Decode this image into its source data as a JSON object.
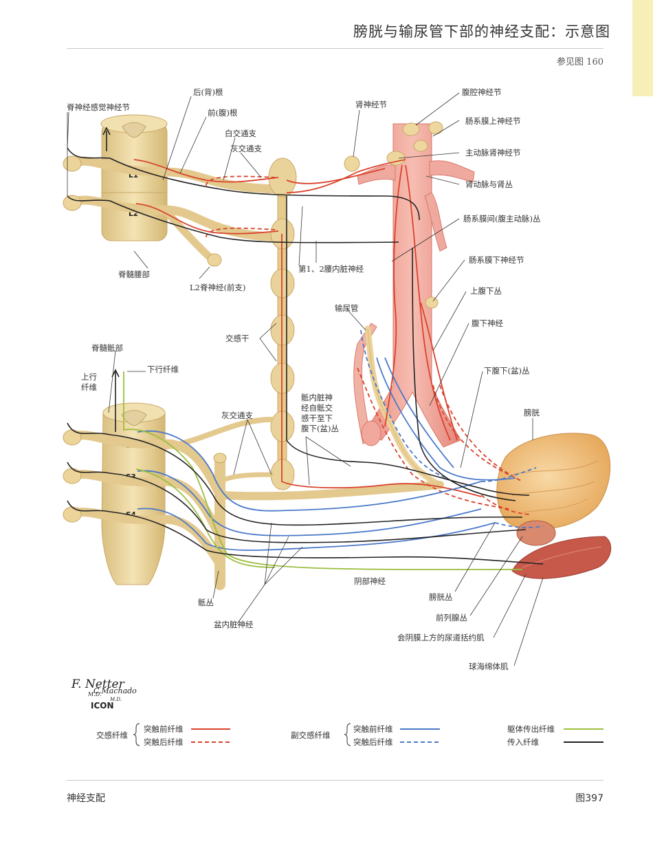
{
  "page": {
    "title": "膀胱与输尿管下部的神经支配：示意图",
    "reference": "参见图 160",
    "footer_left": "神经支配",
    "footer_right": "图397"
  },
  "segments": {
    "l1": "L1",
    "l2": "L2",
    "s2": "S2",
    "s3": "S3",
    "s4": "S4"
  },
  "labels": {
    "spinal_ganglion": "脊神经感觉神经节",
    "dorsal_root": "后(背)根",
    "ventral_root": "前(腹)根",
    "white_ramus": "白交通支",
    "gray_ramus_upper": "灰交通支",
    "renal_ganglion": "肾神经节",
    "celiac_ganglion": "腹腔神经节",
    "sup_mesenteric_ganglion": "肠系膜上神经节",
    "aorticorenal_ganglion": "主动脉肾神经节",
    "renal_artery_plexus": "肾动脉与肾丛",
    "intermesenteric_plexus": "肠系膜间(腹主动脉)丛",
    "inf_mesenteric_ganglion": "肠系膜下神经节",
    "sup_hypogastric_plexus": "上腹下丛",
    "hypogastric_nerve": "腹下神经",
    "inf_hypogastric_plexus": "下腹下(盆)丛",
    "bladder": "膀胱",
    "lumbar_cord": "脊髓腰部",
    "l2_spinal_nerve": "L2脊神经(前支)",
    "lumbar_splanchnic": "第1、2腰内脏神经",
    "ureter": "输尿管",
    "sympathetic_trunk": "交感干",
    "sacral_cord": "脊髓骶部",
    "descending_fibers": "下行纤维",
    "ascending_fibers_1": "上行",
    "ascending_fibers_2": "纤维",
    "gray_ramus_lower": "灰交通支",
    "sacral_splanchnic_1": "骶内脏神",
    "sacral_splanchnic_2": "经自骶交",
    "sacral_splanchnic_3": "感干至下",
    "sacral_splanchnic_4": "腹下(盆)丛",
    "pudendal_nerve": "阴部神经",
    "vesical_plexus": "膀胱丛",
    "prostatic_plexus": "前列腺丛",
    "urethral_sphincter": "会阴膜上方的尿道括约肌",
    "bulbospongiosus": "球海绵体肌",
    "sacral_plexus": "骶丛",
    "pelvic_splanchnic": "盆内脏神经"
  },
  "signature": {
    "line1": "F. Netter",
    "line2": "M.D.",
    "line3": "C.Machado",
    "line4": "M.D.",
    "logo": "ICON"
  },
  "legend": {
    "sympathetic_group": "交感纤维",
    "parasympathetic_group": "副交感纤维",
    "symp_pre": "突触前纤维",
    "symp_post": "突触后纤维",
    "para_pre": "突触前纤维",
    "para_post": "突触后纤维",
    "somatic_efferent": "躯体传出纤维",
    "afferent": "传入纤维"
  },
  "colors": {
    "sympathetic": "#d9412b",
    "parasympathetic": "#4a78c9",
    "somatic_efferent": "#9bbd3c",
    "afferent": "#222222",
    "nerve_tissue": "#e6cf97",
    "artery": "#ef9e92",
    "bladder": "#f2c07a",
    "muscle": "#c75a45"
  }
}
